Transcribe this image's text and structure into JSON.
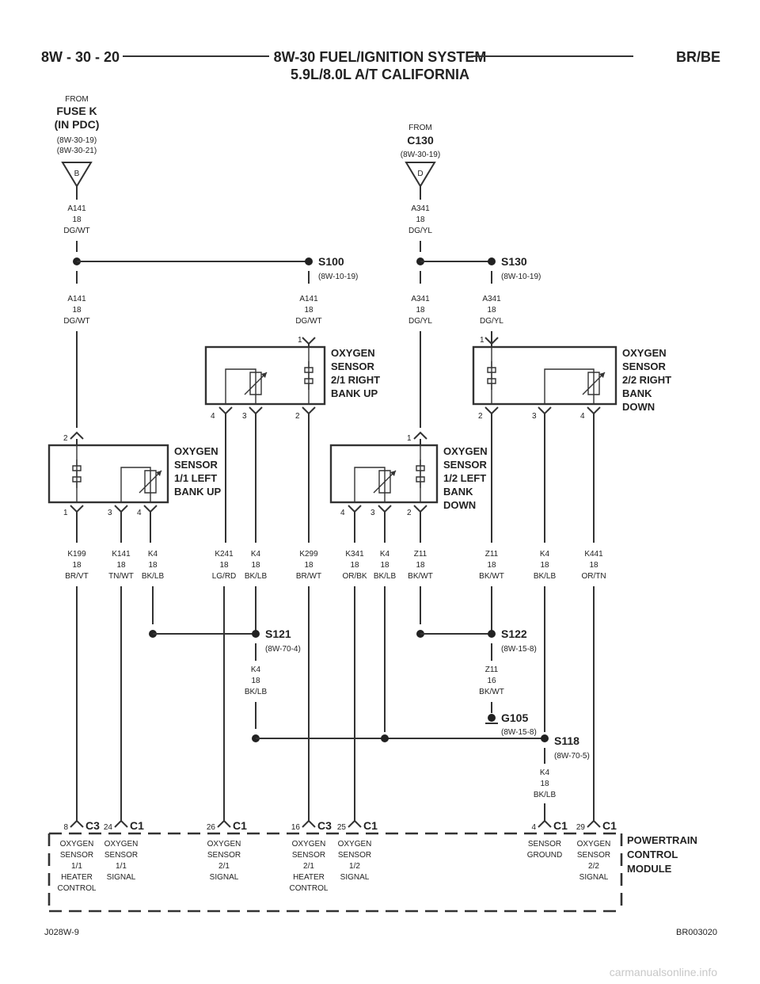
{
  "header": {
    "page_ref": "8W - 30 - 20",
    "title_line1": "8W-30 FUEL/IGNITION SYSTEM",
    "title_line2": "5.9L/8.0L A/T CALIFORNIA",
    "model": "BR/BE"
  },
  "sources": {
    "fuse_k": {
      "from": "FROM",
      "name_line1": "FUSE K",
      "name_line2": "(IN PDC)",
      "ref1": "(8W-30-19)",
      "ref2": "(8W-30-21)",
      "connector": "B"
    },
    "c130": {
      "from": "FROM",
      "name": "C130",
      "ref1": "(8W-30-19)",
      "connector": "D"
    }
  },
  "wires": {
    "a141": {
      "circuit": "A141",
      "gauge": "18",
      "color": "DG/WT"
    },
    "a341": {
      "circuit": "A341",
      "gauge": "18",
      "color": "DG/YL"
    },
    "k199": {
      "circuit": "K199",
      "gauge": "18",
      "color": "BR/VT"
    },
    "k141": {
      "circuit": "K141",
      "gauge": "18",
      "color": "TN/WT"
    },
    "k4": {
      "circuit": "K4",
      "gauge": "18",
      "color": "BK/LB"
    },
    "k241": {
      "circuit": "K241",
      "gauge": "18",
      "color": "LG/RD"
    },
    "k299": {
      "circuit": "K299",
      "gauge": "18",
      "color": "BR/WT"
    },
    "k341": {
      "circuit": "K341",
      "gauge": "18",
      "color": "OR/BK"
    },
    "z11": {
      "circuit": "Z11",
      "gauge": "18",
      "color": "BK/WT"
    },
    "z11_16": {
      "circuit": "Z11",
      "gauge": "16",
      "color": "BK/WT"
    },
    "k441": {
      "circuit": "K441",
      "gauge": "18",
      "color": "OR/TN"
    }
  },
  "splices": {
    "s100": {
      "id": "S100",
      "ref": "(8W-10-19)"
    },
    "s130": {
      "id": "S130",
      "ref": "(8W-10-19)"
    },
    "s121": {
      "id": "S121",
      "ref": "(8W-70-4)"
    },
    "s122": {
      "id": "S122",
      "ref": "(8W-15-8)"
    },
    "g105": {
      "id": "G105",
      "ref": "(8W-15-8)"
    },
    "s118": {
      "id": "S118",
      "ref": "(8W-70-5)"
    }
  },
  "components": {
    "sensor_21": {
      "l1": "OXYGEN",
      "l2": "SENSOR",
      "l3": "2/1 RIGHT",
      "l4": "BANK UP"
    },
    "sensor_22": {
      "l1": "OXYGEN",
      "l2": "SENSOR",
      "l3": "2/2 RIGHT",
      "l4": "BANK",
      "l5": "DOWN"
    },
    "sensor_11": {
      "l1": "OXYGEN",
      "l2": "SENSOR",
      "l3": "1/1 LEFT",
      "l4": "BANK UP"
    },
    "sensor_12": {
      "l1": "OXYGEN",
      "l2": "SENSOR",
      "l3": "1/2 LEFT",
      "l4": "BANK",
      "l5": "DOWN"
    },
    "pcm": {
      "l1": "POWERTRAIN",
      "l2": "CONTROL",
      "l3": "MODULE"
    }
  },
  "pins": {
    "p1": "1",
    "p2": "2",
    "p3": "3",
    "p4": "4"
  },
  "pcm_terminals": [
    {
      "pin": "8",
      "conn": "C3",
      "lines": [
        "OXYGEN",
        "SENSOR",
        "1/1",
        "HEATER",
        "CONTROL"
      ]
    },
    {
      "pin": "24",
      "conn": "C1",
      "lines": [
        "OXYGEN",
        "SENSOR",
        "1/1",
        "SIGNAL"
      ]
    },
    {
      "pin": "26",
      "conn": "C1",
      "lines": [
        "OXYGEN",
        "SENSOR",
        "2/1",
        "SIGNAL"
      ]
    },
    {
      "pin": "16",
      "conn": "C3",
      "lines": [
        "OXYGEN",
        "SENSOR",
        "2/1",
        "HEATER",
        "CONTROL"
      ]
    },
    {
      "pin": "25",
      "conn": "C1",
      "lines": [
        "OXYGEN",
        "SENSOR",
        "1/2",
        "SIGNAL"
      ]
    },
    {
      "pin": "4",
      "conn": "C1",
      "lines": [
        "SENSOR",
        "GROUND"
      ]
    },
    {
      "pin": "29",
      "conn": "C1",
      "lines": [
        "OXYGEN",
        "SENSOR",
        "2/2",
        "SIGNAL"
      ]
    }
  ],
  "footer": {
    "left": "J028W-9",
    "right": "BR003020",
    "watermark": "carmanualsonline.info"
  }
}
